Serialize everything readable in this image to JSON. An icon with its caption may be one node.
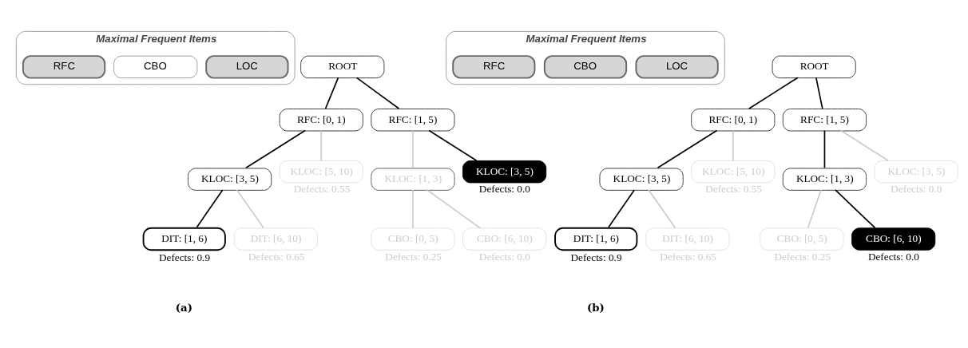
{
  "diagram": {
    "nodes": [
      {
        "text": [
          "Maximal Frequent Items"
        ]
      },
      {
        "text": [
          "RFC"
        ],
        "in": 0
      },
      {
        "text": [
          "CBO"
        ],
        "in": 0
      },
      {
        "text": [
          "LOC"
        ],
        "in": 0
      },
      {
        "text": [
          "ROOT"
        ]
      },
      {
        "text": [
          "RFC: [0, 1)"
        ]
      },
      {
        "text": [
          "RFC: [1, 5)"
        ]
      },
      {
        "text": [
          "KLOC: [3, 5)"
        ]
      },
      {
        "text": [
          "KLOC: [5, 10)"
        ],
        "beside": [
          "Defects: 0.55"
        ]
      },
      {
        "text": [
          "KLOC: [1, 3)"
        ]
      },
      {
        "text": [
          "KLOC: [3, 5)"
        ],
        "beside": [
          "Defects: 0.0"
        ]
      },
      {
        "text": [
          "DIT: [1, 6)"
        ],
        "beside": [
          "Defects: 0.9"
        ]
      },
      {
        "text": [
          "DIT: [6, 10)"
        ],
        "beside": [
          "Defects: 0.65"
        ]
      },
      {
        "text": [
          "CBO: [0, 5)"
        ],
        "beside": [
          "Defects: 0.25"
        ]
      },
      {
        "text": [
          "CBO: [6, 10)"
        ],
        "beside": [
          "Defects: 0.0"
        ]
      },
      {
        "text": [
          "Maximal Frequent Items"
        ]
      },
      {
        "text": [
          "RFC"
        ],
        "in": 15
      },
      {
        "text": [
          "CBO"
        ],
        "in": 15
      },
      {
        "text": [
          "LOC"
        ],
        "in": 15
      },
      {
        "text": [
          "ROOT"
        ]
      },
      {
        "text": [
          "RFC: [0, 1)"
        ]
      },
      {
        "text": [
          "RFC: [1, 5)"
        ]
      },
      {
        "text": [
          "KLOC: [3, 5)"
        ]
      },
      {
        "text": [
          "KLOC: [5, 10)"
        ],
        "beside": [
          "Defects: 0.55"
        ]
      },
      {
        "text": [
          "KLOC: [1, 3)"
        ]
      },
      {
        "text": [
          "KLOC: [3, 5)"
        ],
        "beside": [
          "Defects: 0.0"
        ]
      },
      {
        "text": [
          "DIT: [1, 6)"
        ],
        "beside": [
          "Defects: 0.9"
        ]
      },
      {
        "text": [
          "DIT: [6, 10)"
        ],
        "beside": [
          "Defects: 0.65"
        ]
      },
      {
        "text": [
          "CBO: [0, 5)"
        ],
        "beside": [
          "Defects: 0.25"
        ]
      },
      {
        "text": [
          "CBO: [6, 10)"
        ],
        "beside": [
          "Defects: 0.0"
        ]
      }
    ],
    "edges": [
      {
        "from": 4,
        "to": 5,
        "arrow": "none"
      },
      {
        "from": 4,
        "to": 6,
        "arrow": "none"
      },
      {
        "from": 5,
        "to": 7,
        "arrow": "none"
      },
      {
        "from": 5,
        "to": 8,
        "arrow": "none",
        "color": "#cccccc"
      },
      {
        "from": 6,
        "to": 9,
        "arrow": "none",
        "color": "#cccccc"
      },
      {
        "from": 6,
        "to": 10,
        "arrow": "none"
      },
      {
        "from": 7,
        "to": 11,
        "arrow": "none"
      },
      {
        "from": 7,
        "to": 12,
        "arrow": "none",
        "color": "#cccccc"
      },
      {
        "from": 9,
        "to": 13,
        "arrow": "none",
        "color": "#cccccc"
      },
      {
        "from": 9,
        "to": 14,
        "arrow": "none",
        "color": "#cccccc"
      },
      {
        "from": 19,
        "to": 20,
        "arrow": "none"
      },
      {
        "from": 19,
        "to": 21,
        "arrow": "none"
      },
      {
        "from": 20,
        "to": 22,
        "arrow": "none"
      },
      {
        "from": 20,
        "to": 23,
        "arrow": "none",
        "color": "#cccccc"
      },
      {
        "from": 21,
        "to": 24,
        "arrow": "none"
      },
      {
        "from": 21,
        "to": 25,
        "arrow": "none",
        "color": "#cccccc"
      },
      {
        "from": 22,
        "to": 26,
        "arrow": "none"
      },
      {
        "from": 22,
        "to": 27,
        "arrow": "none",
        "color": "#cccccc"
      },
      {
        "from": 24,
        "to": 28,
        "arrow": "none",
        "color": "#cccccc"
      },
      {
        "from": 24,
        "to": 29,
        "arrow": "none"
      }
    ],
    "labels": [
      "(a)",
      "(b)"
    ]
  }
}
